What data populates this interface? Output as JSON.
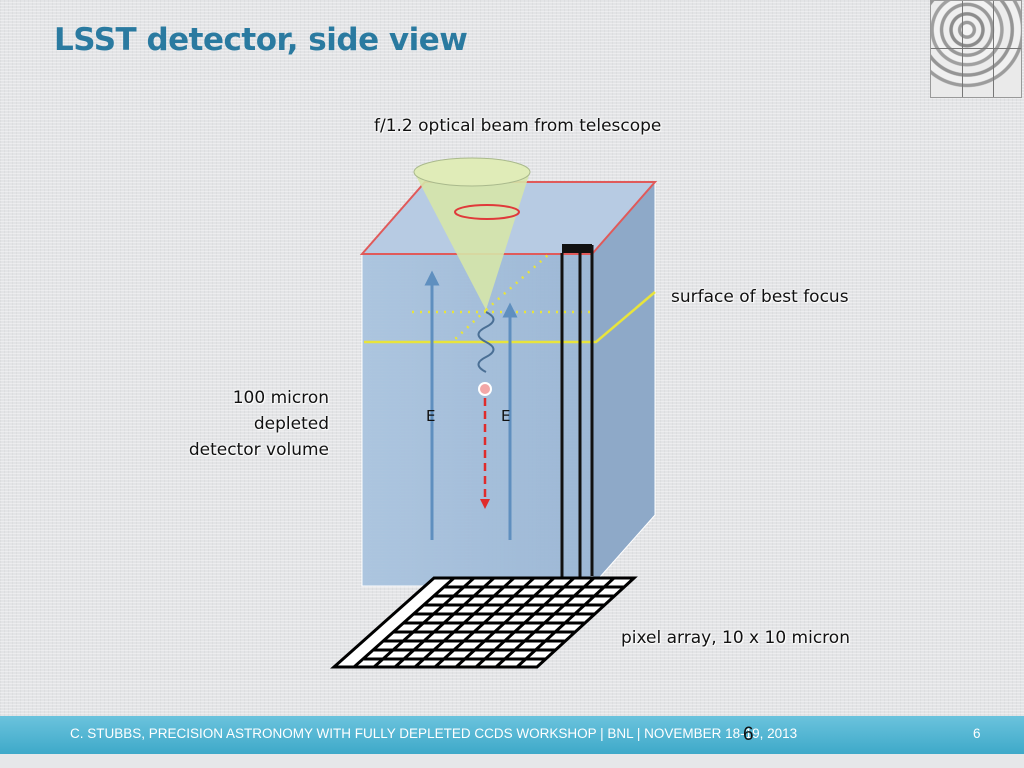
{
  "slide": {
    "title": "LSST detector, side view"
  },
  "diagram": {
    "beam_label": "f/1.2 optical beam from telescope",
    "focus_label": "surface of best focus",
    "volume_label": [
      "100 micron",
      "depleted",
      "detector volume"
    ],
    "pixel_label": "pixel array, 10 x 10 micron",
    "field_labels": [
      "E",
      "E"
    ],
    "colors": {
      "detector_fill": "#a9c3de",
      "top_edge": "#e05a5a",
      "beam_fill": "#d6e6a8",
      "focus_line": "#e8e43c",
      "field_arrow": "#5f8fbf",
      "electron_path": "#e02b2b",
      "pixel_grid": "#000000"
    }
  },
  "footer": {
    "text": "C. STUBBS, PRECISION ASTRONOMY WITH FULLY DEPLETED CCDS WORKSHOP  | BNL | NOVEMBER 18-19, 2013",
    "page_number": "6",
    "overlay_number": "6"
  }
}
